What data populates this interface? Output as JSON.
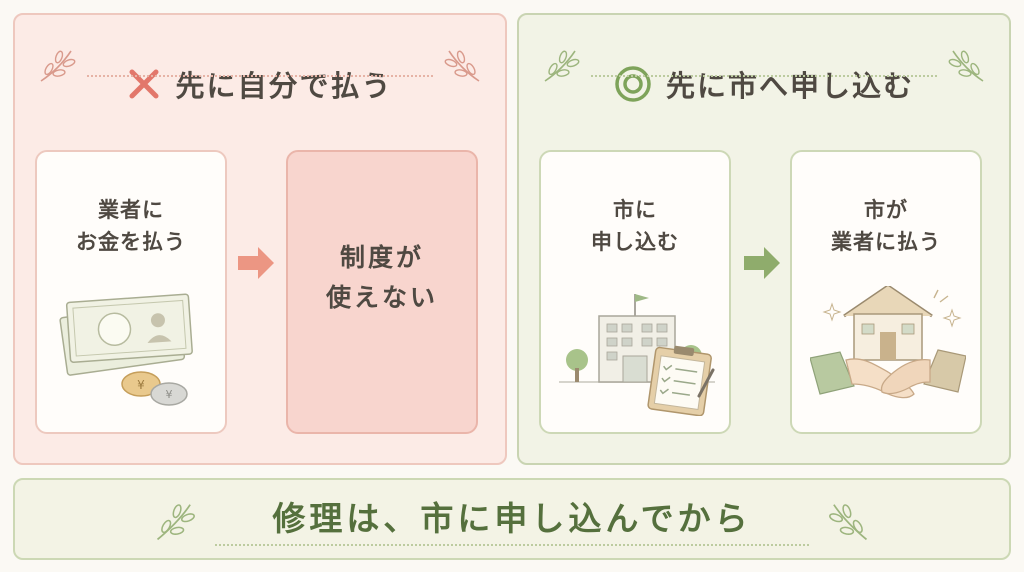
{
  "left_panel": {
    "title": "先に自分で払う",
    "marker_icon": "cross-icon",
    "marker_color": "#e2776b",
    "card1_lines": [
      "業者に",
      "お金を払う"
    ],
    "card2_lines": [
      "制度が",
      "使えない"
    ]
  },
  "right_panel": {
    "title": "先に市へ申し込む",
    "marker_icon": "double-circle-icon",
    "marker_color": "#7ea35a",
    "card1_lines": [
      "市に",
      "申し込む"
    ],
    "card2_lines": [
      "市が",
      "業者に払う"
    ]
  },
  "footer": {
    "text": "修理は、市に申し込んでから"
  },
  "colors": {
    "bad_panel_bg": "#fcebe6",
    "good_panel_bg": "#f2f3e6",
    "bad_arrow": "#ec9683",
    "good_arrow": "#8fac6c",
    "footer_text": "#55703d"
  }
}
